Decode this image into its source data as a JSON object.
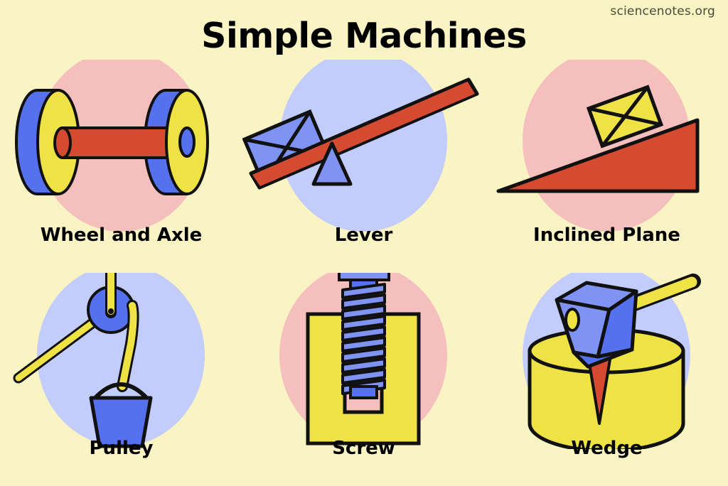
{
  "page": {
    "title": "Simple Machines",
    "watermark": "sciencenotes.org",
    "background_color": "#faf3c4"
  },
  "palette": {
    "background": "#faf3c4",
    "circle_pink": "#f5bfbd",
    "circle_blue": "#c3cdfb",
    "yellow": "#efe244",
    "blue": "#5571ee",
    "blue_light": "#7f94f2",
    "red": "#d44b32",
    "outline": "#111111",
    "text": "#000000"
  },
  "machines": [
    {
      "id": "wheel-and-axle",
      "label": "Wheel and Axle",
      "circle_color": "#f5bfbd",
      "parts": [
        "wheel-left",
        "wheel-right",
        "axle"
      ]
    },
    {
      "id": "lever",
      "label": "Lever",
      "circle_color": "#c3cdfb",
      "parts": [
        "plank",
        "load-box",
        "fulcrum"
      ]
    },
    {
      "id": "inclined-plane",
      "label": "Inclined Plane",
      "circle_color": "#f5bfbd",
      "parts": [
        "ramp",
        "load-box"
      ]
    },
    {
      "id": "pulley",
      "label": "Pulley",
      "circle_color": "#c3cdfb",
      "parts": [
        "wheel",
        "rope",
        "bucket"
      ]
    },
    {
      "id": "screw",
      "label": "Screw",
      "circle_color": "#f5bfbd",
      "parts": [
        "screw-head",
        "thread",
        "block",
        "hole"
      ]
    },
    {
      "id": "wedge",
      "label": "Wedge",
      "circle_color": "#c3cdfb",
      "parts": [
        "axe-head",
        "handle",
        "log",
        "split"
      ]
    }
  ]
}
